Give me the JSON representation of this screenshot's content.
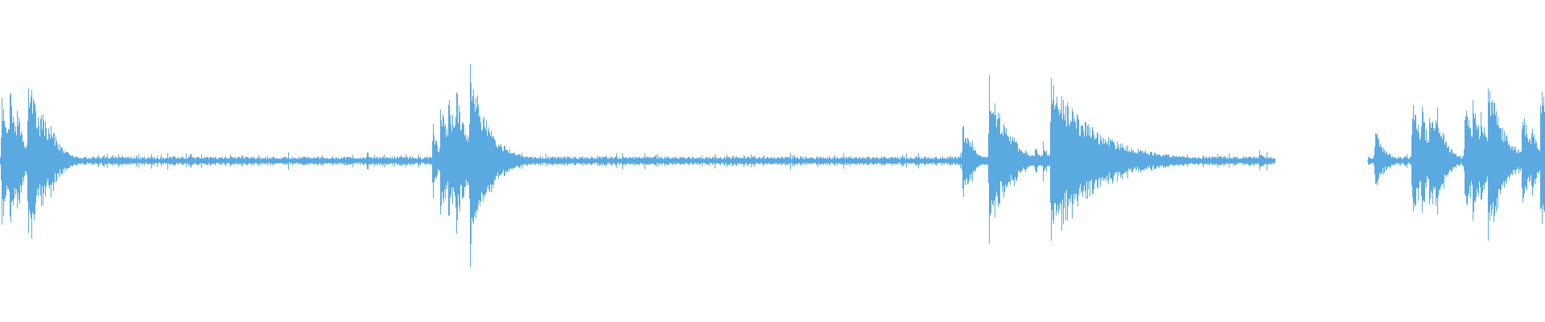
{
  "waveform": {
    "color": "#5aa9e0",
    "background": "#ffffff",
    "baseline_amplitude": 0.03,
    "noise_amplitude": 0.06,
    "segments": [
      {
        "start": 0.0,
        "end": 0.825
      },
      {
        "start": 0.885,
        "end": 1.0
      }
    ],
    "peaks": [
      {
        "t": 0.001,
        "amp": 0.45,
        "decay": 0.006
      },
      {
        "t": 0.006,
        "amp": 0.52,
        "decay": 0.006
      },
      {
        "t": 0.011,
        "amp": 0.38,
        "decay": 0.005
      },
      {
        "t": 0.018,
        "amp": 0.62,
        "decay": 0.009
      },
      {
        "t": 0.026,
        "amp": 0.42,
        "decay": 0.007
      },
      {
        "t": 0.031,
        "amp": 0.3,
        "decay": 0.008
      },
      {
        "t": 0.28,
        "amp": 0.26,
        "decay": 0.004
      },
      {
        "t": 0.285,
        "amp": 0.44,
        "decay": 0.006
      },
      {
        "t": 0.29,
        "amp": 0.48,
        "decay": 0.006
      },
      {
        "t": 0.295,
        "amp": 0.5,
        "decay": 0.007
      },
      {
        "t": 0.304,
        "amp": 0.66,
        "decay": 0.012
      },
      {
        "t": 0.623,
        "amp": 0.26,
        "decay": 0.006
      },
      {
        "t": 0.628,
        "amp": 0.18,
        "decay": 0.004
      },
      {
        "t": 0.64,
        "amp": 0.6,
        "decay": 0.011
      },
      {
        "t": 0.648,
        "amp": 0.28,
        "decay": 0.008
      },
      {
        "t": 0.655,
        "amp": 0.2,
        "decay": 0.006
      },
      {
        "t": 0.67,
        "amp": 0.12,
        "decay": 0.003
      },
      {
        "t": 0.675,
        "amp": 0.14,
        "decay": 0.003
      },
      {
        "t": 0.68,
        "amp": 0.55,
        "decay": 0.03
      },
      {
        "t": 0.773,
        "amp": 0.02,
        "decay": 0.006
      },
      {
        "t": 0.815,
        "amp": 0.08,
        "decay": 0.003
      },
      {
        "t": 0.89,
        "amp": 0.26,
        "decay": 0.005
      },
      {
        "t": 0.914,
        "amp": 0.44,
        "decay": 0.006
      },
      {
        "t": 0.92,
        "amp": 0.38,
        "decay": 0.005
      },
      {
        "t": 0.925,
        "amp": 0.46,
        "decay": 0.006
      },
      {
        "t": 0.929,
        "amp": 0.44,
        "decay": 0.006
      },
      {
        "t": 0.948,
        "amp": 0.42,
        "decay": 0.006
      },
      {
        "t": 0.953,
        "amp": 0.46,
        "decay": 0.006
      },
      {
        "t": 0.958,
        "amp": 0.36,
        "decay": 0.005
      },
      {
        "t": 0.963,
        "amp": 0.58,
        "decay": 0.01
      },
      {
        "t": 0.975,
        "amp": 0.18,
        "decay": 0.005
      },
      {
        "t": 0.985,
        "amp": 0.4,
        "decay": 0.006
      },
      {
        "t": 0.991,
        "amp": 0.28,
        "decay": 0.005
      },
      {
        "t": 0.997,
        "amp": 0.6,
        "decay": 0.006
      }
    ]
  }
}
